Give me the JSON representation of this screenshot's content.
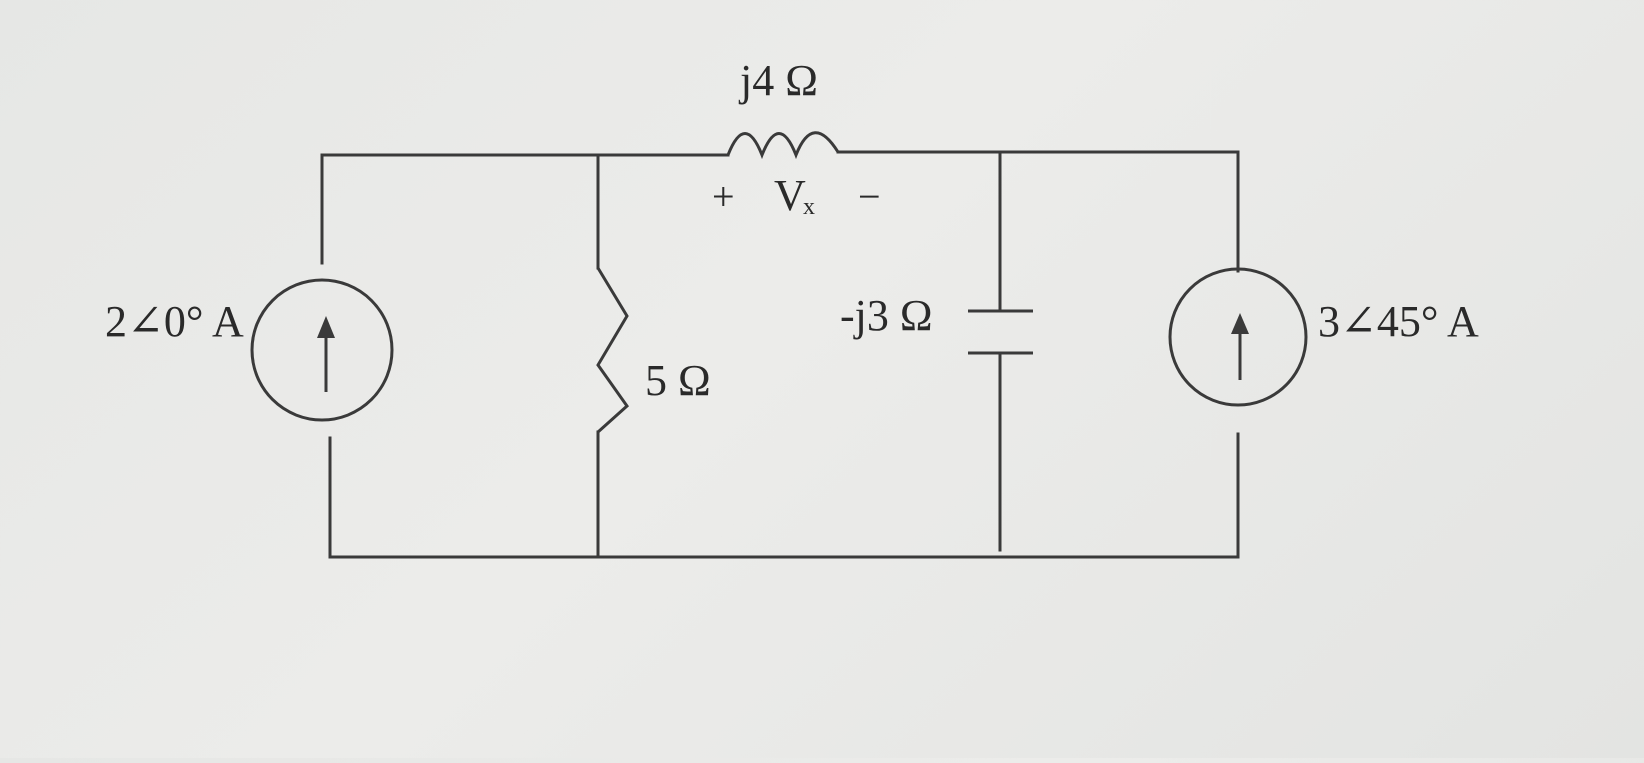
{
  "diagram": {
    "type": "ac circuit schematic",
    "components": {
      "source_left": {
        "label": "2∠0° A",
        "direction": "up"
      },
      "resistor": {
        "label": "5 Ω"
      },
      "inductor": {
        "label": "j4 Ω"
      },
      "capacitor": {
        "label": "-j3 Ω"
      },
      "source_right": {
        "label": "3∠45° A",
        "direction": "up"
      }
    },
    "voltage_label": {
      "plus": "+",
      "name": "V",
      "subscript": "x",
      "minus": "−"
    },
    "colors": {
      "line": "#3a3a3a",
      "text": "#2a2a2a",
      "background": "#e8e9e7"
    }
  }
}
